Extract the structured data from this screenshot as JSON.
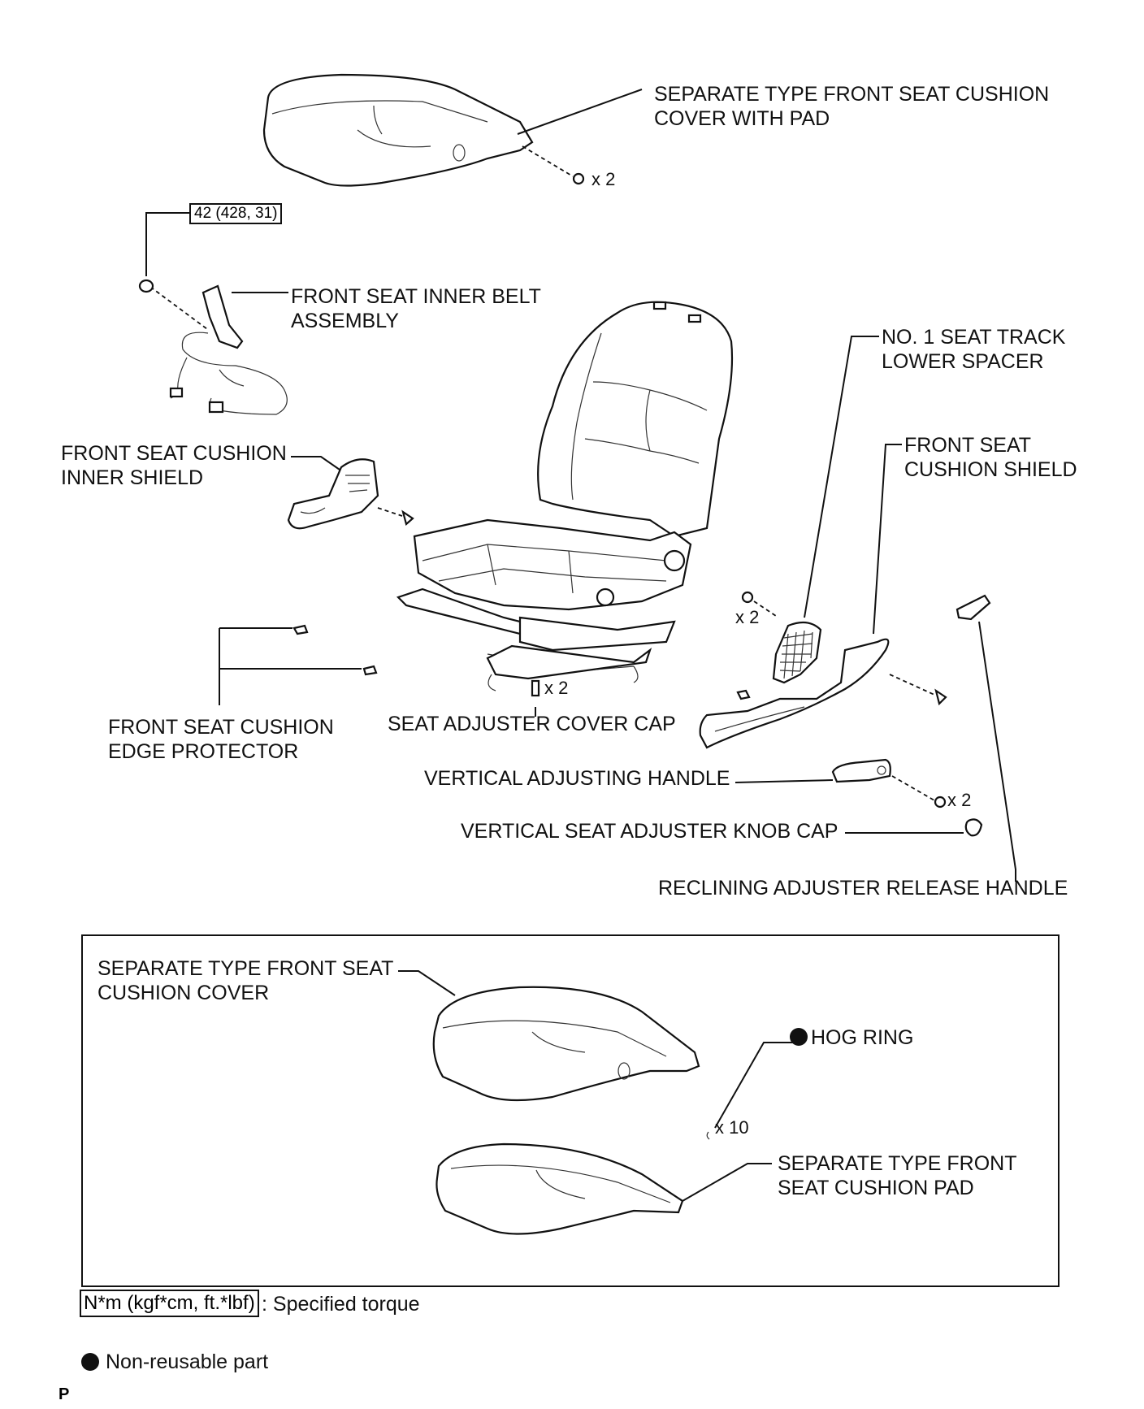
{
  "labels": {
    "cover_with_pad_1": "SEPARATE TYPE FRONT SEAT CUSHION",
    "cover_with_pad_2": "COVER WITH PAD",
    "qty_cover_clip": "x 2",
    "torque_belt": "42 (428, 31)",
    "inner_belt_1": "FRONT SEAT INNER BELT",
    "inner_belt_2": "ASSEMBLY",
    "inner_shield_1": "FRONT SEAT CUSHION",
    "inner_shield_2": "INNER SHIELD",
    "spacer_1": "NO. 1 SEAT TRACK",
    "spacer_2": "LOWER SPACER",
    "cushion_shield_1": "FRONT SEAT",
    "cushion_shield_2": "CUSHION SHIELD",
    "qty_spacer_screw": "x 2",
    "edge_protector_1": "FRONT SEAT CUSHION",
    "edge_protector_2": "EDGE PROTECTOR",
    "qty_cover_cap": "x 2",
    "cover_cap": "SEAT ADJUSTER COVER CAP",
    "vertical_handle": "VERTICAL ADJUSTING HANDLE",
    "qty_handle_screw": "x 2",
    "knob_cap": "VERTICAL SEAT ADJUSTER KNOB CAP",
    "release_handle": "RECLINING ADJUSTER RELEASE HANDLE",
    "inset_cover_1": "SEPARATE TYPE FRONT SEAT",
    "inset_cover_2": "CUSHION COVER",
    "hog_ring": "HOG RING",
    "qty_hog_ring": "x 10",
    "inset_pad_1": "SEPARATE TYPE FRONT",
    "inset_pad_2": "SEAT CUSHION PAD",
    "legend_torque_box": "N*m (kgf*cm, ft.*lbf)",
    "legend_torque_text": ": Specified torque",
    "legend_nonreusable": "Non-reusable part",
    "corner_mark": "P"
  }
}
